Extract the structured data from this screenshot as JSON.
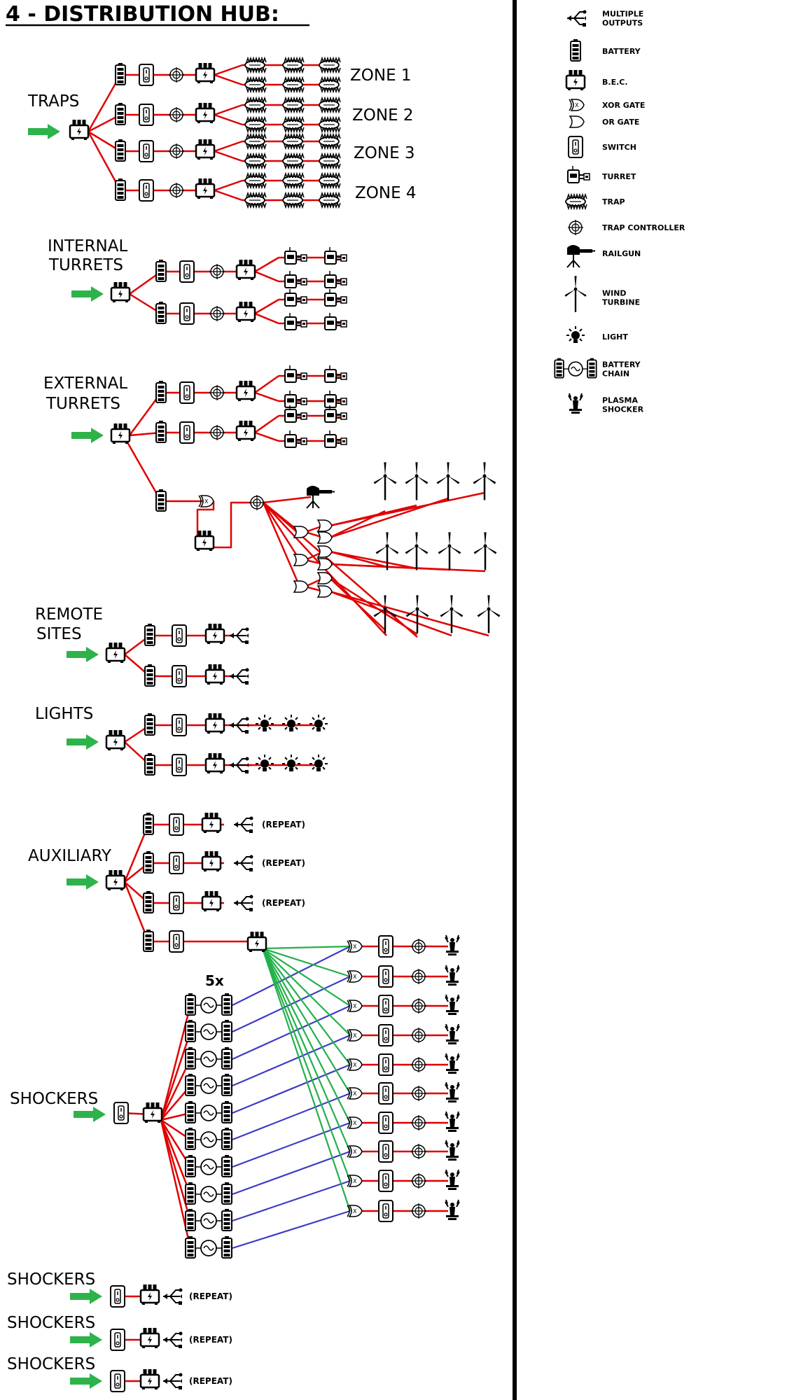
{
  "title": "4 - DISTRIBUTION HUB:",
  "legend": [
    {
      "icon": "multiple-outputs",
      "lines": [
        "MULTIPLE",
        "OUTPUTS"
      ]
    },
    {
      "icon": "battery",
      "lines": [
        "BATTERY"
      ]
    },
    {
      "icon": "bec",
      "lines": [
        "B.E.C."
      ]
    },
    {
      "icon": "xor-gate",
      "lines": [
        "XOR GATE"
      ]
    },
    {
      "icon": "or-gate",
      "lines": [
        "OR GATE"
      ]
    },
    {
      "icon": "switch",
      "lines": [
        "SWITCH"
      ]
    },
    {
      "icon": "turret",
      "lines": [
        "TURRET"
      ]
    },
    {
      "icon": "trap",
      "lines": [
        "TRAP"
      ]
    },
    {
      "icon": "trap-controller",
      "lines": [
        "TRAP CONTROLLER"
      ]
    },
    {
      "icon": "railgun",
      "lines": [
        "RAILGUN"
      ]
    },
    {
      "icon": "wind-turbine",
      "lines": [
        "WIND",
        "TURBINE"
      ]
    },
    {
      "icon": "light",
      "lines": [
        "LIGHT"
      ]
    },
    {
      "icon": "battery-chain",
      "lines": [
        "BATTERY",
        "CHAIN"
      ]
    },
    {
      "icon": "plasma-shocker",
      "lines": [
        "PLASMA",
        "SHOCKER"
      ]
    }
  ],
  "sections": {
    "traps": {
      "label": [
        "TRAPS"
      ],
      "zones": [
        "ZONE 1",
        "ZONE 2",
        "ZONE 3",
        "ZONE 4"
      ]
    },
    "internal_turrets": {
      "label": [
        "INTERNAL",
        "TURRETS"
      ]
    },
    "external_turrets": {
      "label": [
        "EXTERNAL",
        "TURRETS"
      ]
    },
    "remote_sites": {
      "label": [
        "REMOTE",
        "SITES"
      ]
    },
    "lights": {
      "label": [
        "LIGHTS"
      ]
    },
    "auxiliary": {
      "label": [
        "AUXILIARY"
      ],
      "repeat": "(REPEAT)"
    },
    "shockers": {
      "label": [
        "SHOCKERS"
      ],
      "multiplier": "5x"
    },
    "shockers_repeat": [
      {
        "label": "SHOCKERS",
        "repeat": "(REPEAT)"
      },
      {
        "label": "SHOCKERS",
        "repeat": "(REPEAT)"
      },
      {
        "label": "SHOCKERS",
        "repeat": "(REPEAT)"
      }
    ]
  },
  "colors": {
    "power_wire": "#e00000",
    "input_arrow": "#2db34a",
    "signal_green": "#22b04a",
    "signal_blue": "#3c3cc8",
    "divider": "#000000"
  }
}
